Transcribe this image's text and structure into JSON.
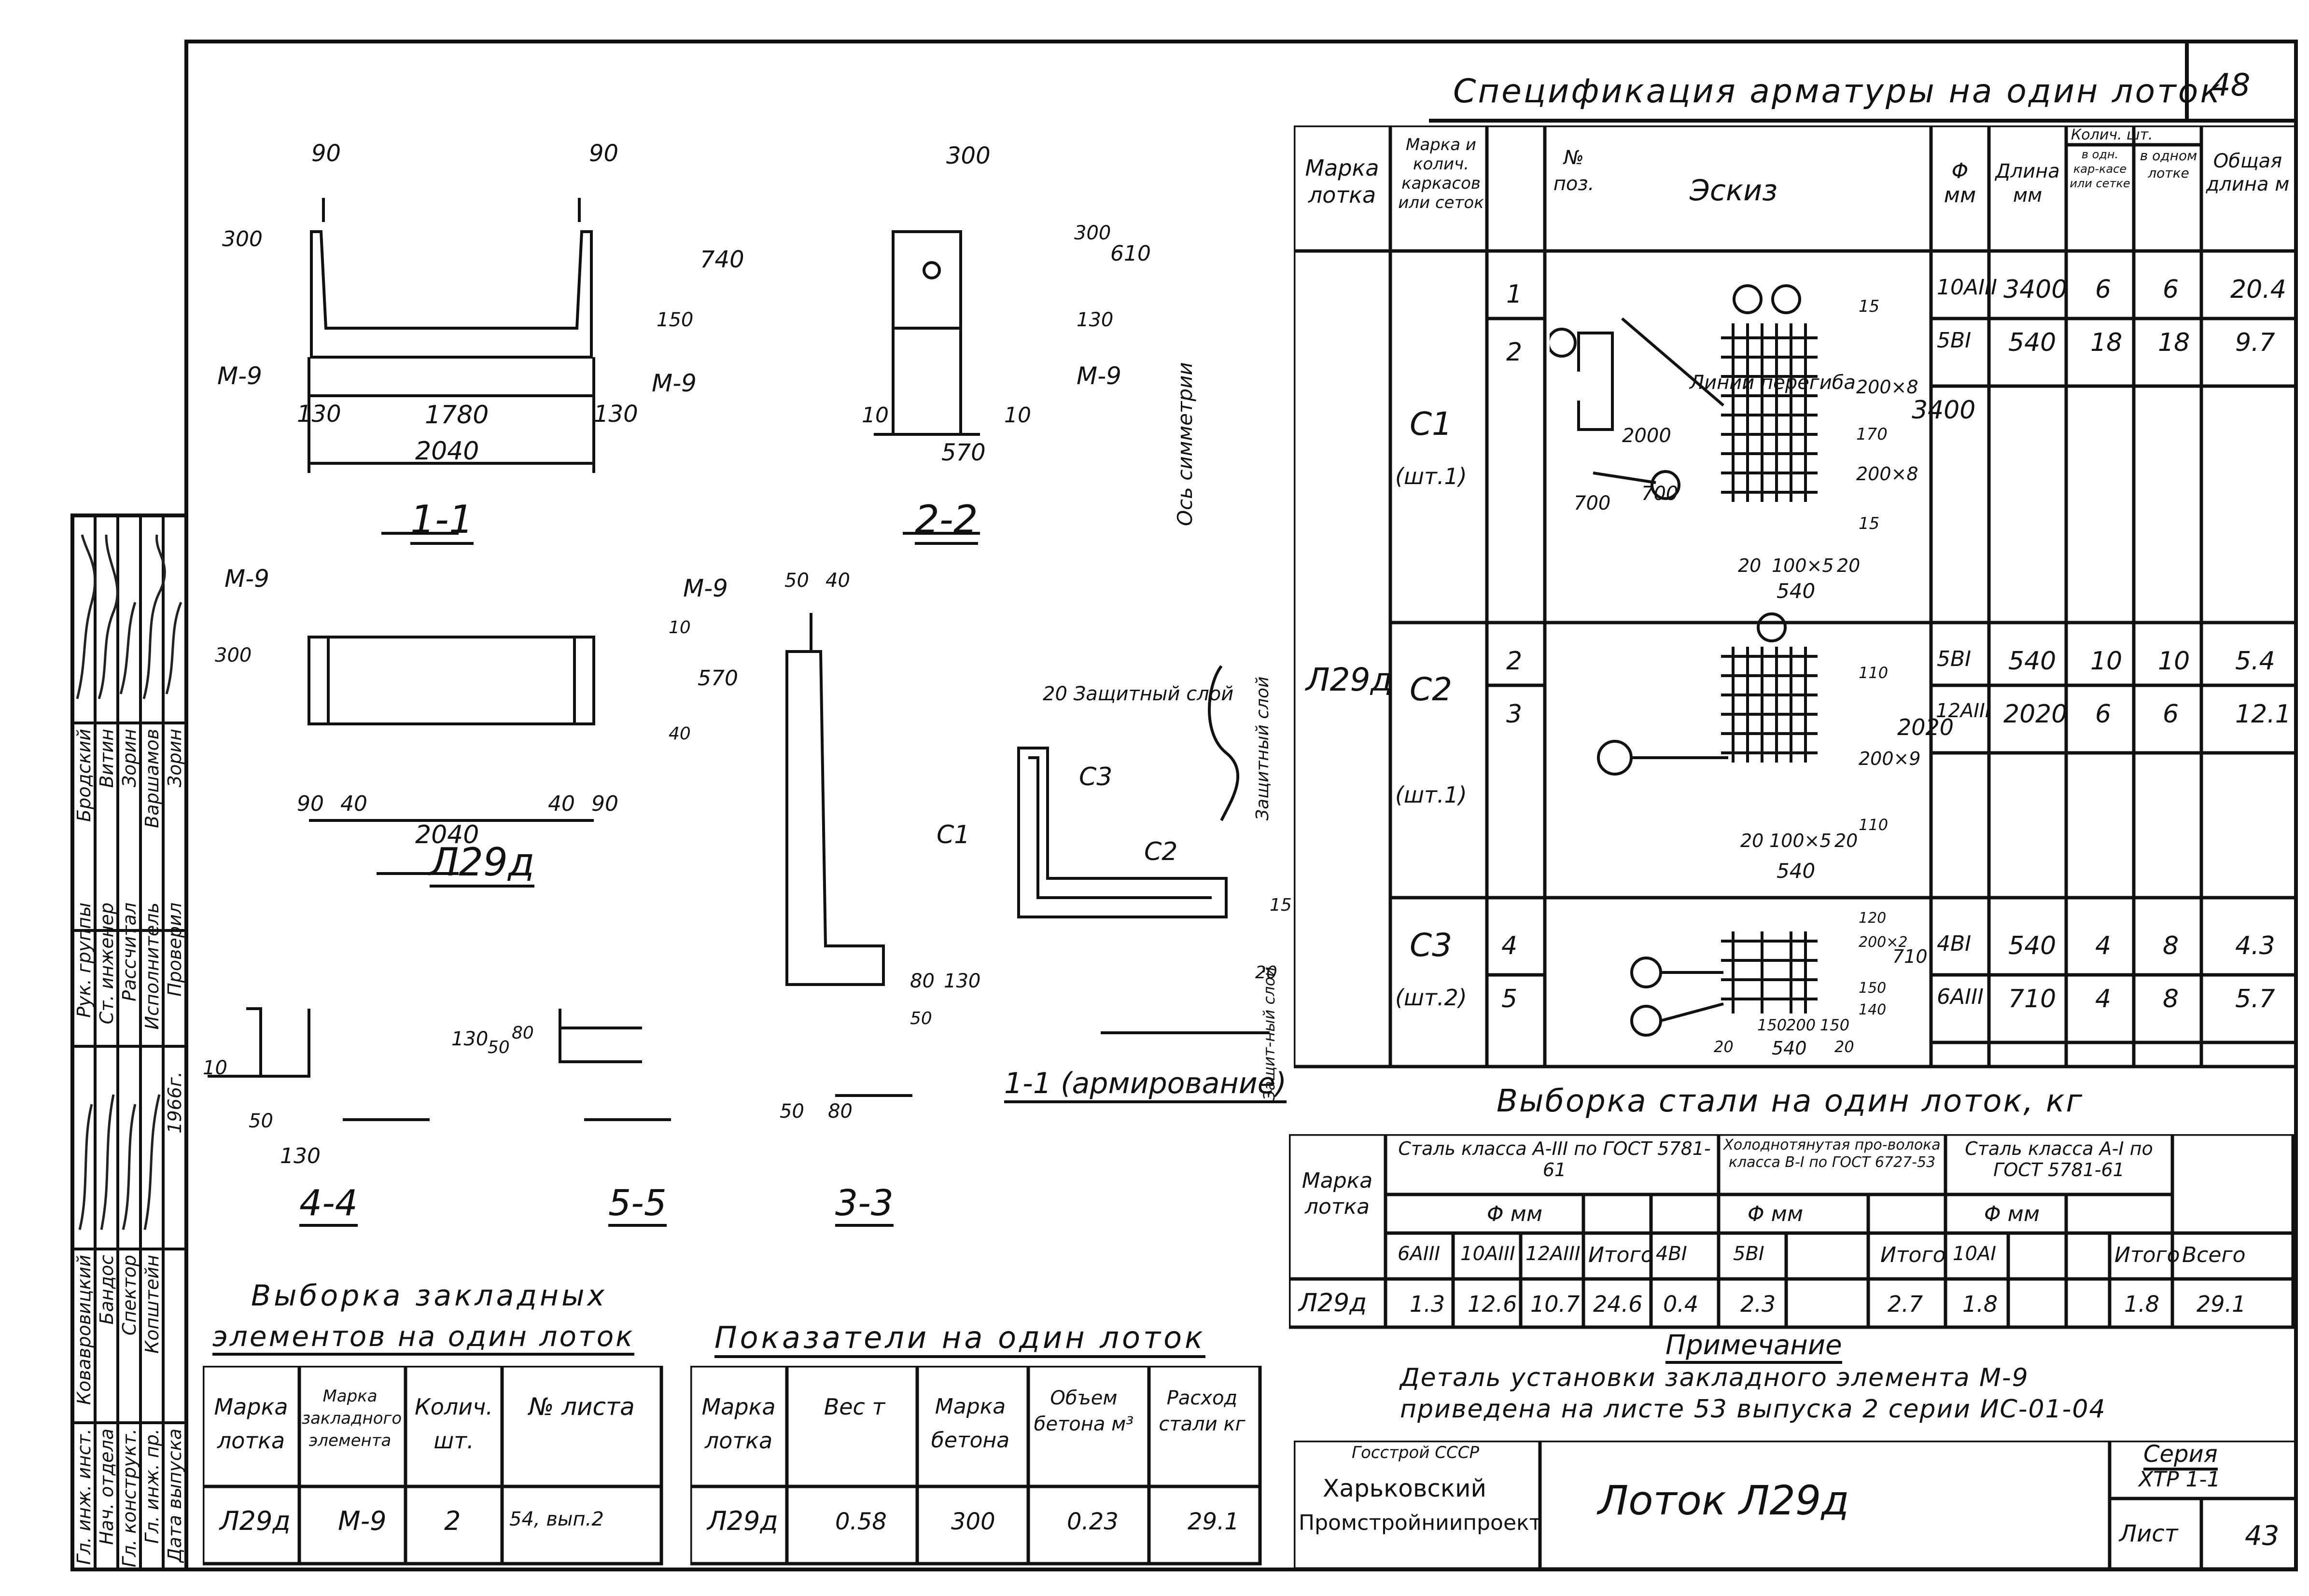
{
  "sheet_number": "48",
  "spec": {
    "title": "Спецификация арматуры на один лоток",
    "headers": {
      "mark": "Марка лотка",
      "frames": "Марка и колич. каркасов или сеток",
      "pos": "№ поз.",
      "sketch": "Эскиз",
      "dia": "Φ мм",
      "length": "Длина мм",
      "qty": "Колич. шт.",
      "qty_frame": "в одн. кар-касе или сетке",
      "qty_trough": "в одном лотке",
      "total": "Общая длина м"
    },
    "trough_mark": "Л29д",
    "groups": [
      {
        "name": "С1",
        "count": "(шт.1)",
        "rows": [
          {
            "pos": "1",
            "dia": "10АIII",
            "len": "3400",
            "qf": "6",
            "qt": "6",
            "total": "20.4"
          },
          {
            "pos": "2",
            "dia": "5ВI",
            "len": "540",
            "qf": "18",
            "qt": "18",
            "total": "9.7"
          }
        ]
      },
      {
        "name": "С2",
        "count": "(шт.1)",
        "rows": [
          {
            "pos": "2",
            "dia": "5ВI",
            "len": "540",
            "qf": "10",
            "qt": "10",
            "total": "5.4"
          },
          {
            "pos": "3",
            "dia": "12АIII",
            "len": "2020",
            "qf": "6",
            "qt": "6",
            "total": "12.1"
          }
        ]
      },
      {
        "name": "С3",
        "count": "(шт.2)",
        "rows": [
          {
            "pos": "4",
            "dia": "4ВI",
            "len": "540",
            "qf": "4",
            "qt": "8",
            "total": "4.3"
          },
          {
            "pos": "5",
            "dia": "6АIII",
            "len": "710",
            "qf": "4",
            "qt": "8",
            "total": "5.7"
          }
        ]
      }
    ],
    "sketch_labels": {
      "bend_lines": "Линии перегиба",
      "c1_dims": [
        "200×8",
        "200×8",
        "3400",
        "2000",
        "700",
        "700",
        "20",
        "100×5",
        "20",
        "540",
        "15",
        "15",
        "170"
      ],
      "c2_dims": [
        "200×9",
        "2020",
        "110",
        "110",
        "20",
        "100×5",
        "20",
        "540"
      ],
      "c3_dims": [
        "150",
        "200",
        "150",
        "20",
        "540",
        "20",
        "710",
        "120",
        "140",
        "150",
        "200×2"
      ]
    }
  },
  "steel": {
    "title": "Выборка стали на один лоток, кг",
    "mark": "Марка лотка",
    "g1": "Сталь класса А-III по ГОСТ 5781-61",
    "g2": "Холоднотянутая про-волока класса В-I по ГОСТ 6727-53",
    "g3": "Сталь класса А-I по ГОСТ 5781-61",
    "phi": "Φ мм",
    "cols": [
      "6АIII",
      "10АIII",
      "12АIII",
      "Итого",
      "4ВI",
      "5ВI",
      "Итого",
      "10АI",
      "",
      "Итого",
      "Всего"
    ],
    "row": [
      "Л29д",
      "1.3",
      "12.6",
      "10.7",
      "24.6",
      "0.4",
      "2.3",
      "2.7",
      "1.8",
      "",
      "1.8",
      "29.1"
    ]
  },
  "note": {
    "title": "Примечание",
    "line1": "Деталь установки закладного элемента М-9",
    "line2": "приведена на листе 53 выпуска 2 серии ИС-01-04"
  },
  "embedded": {
    "title1": "Выборка закладных",
    "title2": "элементов на один лоток",
    "headers": [
      "Марка лотка",
      "Марка закладного элемента",
      "Колич. шт.",
      "№ листа"
    ],
    "row": [
      "Л29д",
      "М-9",
      "2",
      "54, вып.2"
    ]
  },
  "indicators": {
    "title": "Показатели на один лоток",
    "headers": [
      "Марка лотка",
      "Вес т",
      "Марка бетона",
      "Объем бетона м³",
      "Расход стали кг"
    ],
    "row": [
      "Л29д",
      "0.58",
      "300",
      "0.23",
      "29.1"
    ]
  },
  "stamp": {
    "org1": "Госстрой СССР",
    "org2": "Харьковский",
    "org3": "Промстройниипроект",
    "title": "Лоток Л29д",
    "series_label": "Серия",
    "series": "ХТР 1-1",
    "sheet_label": "Лист",
    "sheet": "43"
  },
  "left_block": {
    "roles_top": [
      "Рук. группы",
      "Ст. инженер",
      "Рассчитал",
      "Исполнитель",
      "Проверил"
    ],
    "names_top": [
      "Бродский",
      "Витин",
      "Зорин",
      "Варшамов",
      "Зорин"
    ],
    "roles_bottom": [
      "Гл. инж. инст.",
      "Нач. отдела",
      "Гл. конструкт.",
      "Гл. инж. пр.",
      "Дата выпуска"
    ],
    "names_bottom": [
      "Ковавровицкий",
      "Бандос",
      "Спектор",
      "Копштейн"
    ],
    "year": "1966г."
  },
  "drawings": {
    "s11": {
      "label": "1-1",
      "dims": [
        "90",
        "90",
        "300",
        "740",
        "150",
        "130",
        "1780",
        "130",
        "2040"
      ],
      "m9": "М-9"
    },
    "s22": {
      "label": "2-2",
      "dims": [
        "300",
        "300",
        "610",
        "130",
        "10",
        "570",
        "10"
      ],
      "m9": "М-9"
    },
    "plan": {
      "label": "Л29д",
      "dims": [
        "300",
        "10",
        "570",
        "40",
        "90",
        "40",
        "40",
        "90",
        "2040"
      ],
      "m9": "М-9"
    },
    "s44": {
      "label": "4-4",
      "dims": [
        "10",
        "50",
        "130"
      ]
    },
    "s55": {
      "label": "5-5",
      "dims": [
        "130",
        "50",
        "80"
      ]
    },
    "s33": {
      "label": "3-3",
      "dims": [
        "50",
        "40",
        "80",
        "50",
        "130",
        "50",
        "80"
      ]
    },
    "arm": {
      "label": "1-1 (армирование)",
      "axis": "Ось симметрии",
      "cover1": "20 Защитный слой",
      "cover2": "Защитный слой",
      "cover3": "Защит-ный слой",
      "c1": "С1",
      "c2": "С2",
      "c3": "С3",
      "d15": "15",
      "d20": "20"
    }
  }
}
